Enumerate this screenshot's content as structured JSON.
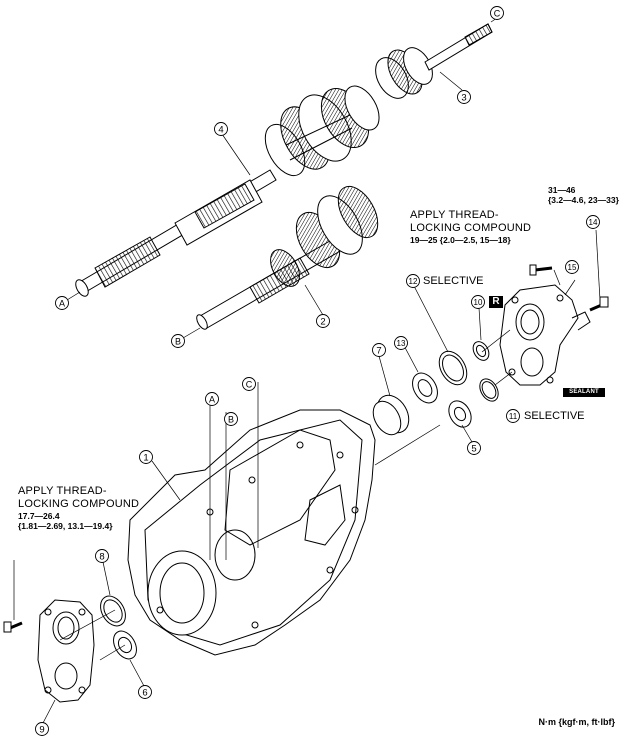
{
  "callouts": [
    "1",
    "2",
    "3",
    "4",
    "5",
    "6",
    "7",
    "8",
    "9",
    "10",
    "11",
    "12",
    "13",
    "14",
    "15"
  ],
  "reference_letters": [
    "A",
    "B",
    "C"
  ],
  "annotations": {
    "top_right": {
      "torque_line1": "31—46",
      "torque_line2": "{3.2—4.6, 23—33}"
    },
    "upper_apply": {
      "title_line1": "APPLY THREAD-",
      "title_line2": "LOCKING COMPOUND",
      "torque": "19—25 {2.0—2.5, 15—18}"
    },
    "lower_apply": {
      "title_line1": "APPLY THREAD-",
      "title_line2": "LOCKING COMPOUND",
      "torque_line1": "17.7—26.4",
      "torque_line2": "{1.81—2.69, 13.1—19.4}"
    },
    "selective_12": "SELECTIVE",
    "selective_11": "SELECTIVE",
    "badge_r": "R",
    "badge_sealant": "SEALANT",
    "units": "N·m {kgf·m, ft·lbf}"
  }
}
